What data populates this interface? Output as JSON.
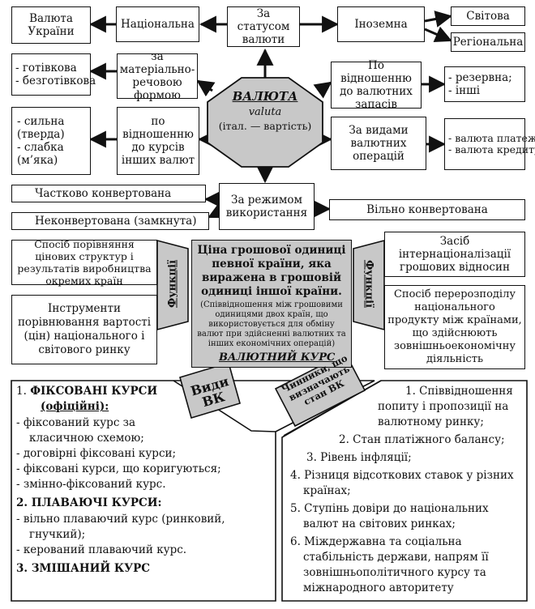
{
  "top": {
    "ukraine_currency": "Валюта України",
    "national": "Національна",
    "by_status": "За статусом валюти",
    "foreign": "Іноземна",
    "world": "Світова",
    "regional": "Регіональна"
  },
  "center_oct": {
    "title": "ВАЛЮТА",
    "latin": "valuta",
    "note": "(італ. — вартість)"
  },
  "left": {
    "cash_list": [
      "- готівкова",
      "- безготівкова"
    ],
    "by_material": "за матеріально-речовою формою",
    "strength_list": [
      "- сильна",
      "(тверда)",
      "- слабка",
      "(м’яка)"
    ],
    "by_rate": "по відношенню до курсів інших валют"
  },
  "right": {
    "by_reserves": "По відношенню до валютних запасів",
    "reserve_list": [
      "- резервна;",
      "- інші"
    ],
    "by_operations": "За видами валютних операцій",
    "payment_list": [
      "- валюта платежу",
      "- валюта кредиту"
    ]
  },
  "mode": {
    "partial": "Частково конвертована",
    "by_mode": "За режимом використання",
    "nonconvertible": "Неконвертована (замкнута)",
    "free": "Вільно конвертована"
  },
  "functions": {
    "label_left": "Функції",
    "label_right": "Функції",
    "left_1": "Спосіб порівняння цінових структур і результатів виробництва окремих країн",
    "left_2": "Інструменти порівнювання вартості (цін) національного і світового ринку",
    "right_1": "Засіб інтернаціоналізації грошових відносин",
    "right_2": "Спосіб перерозподілу національного продукту між країнами, що здійснюють зовнішньоекономічну діяльність"
  },
  "rate": {
    "definition": "Ціна грошової одиниці певної країни, яка виражена в грошовій одиниці іншої країни.",
    "note": "(Співвідношення між грошовими одиницями двох країн, що використовується для обміну валют при здійсненні валютних та інших економічних операцій)",
    "title": "ВАЛЮТНИЙ КУРС",
    "types_tag": "Види ВК",
    "factors_tag": "Чинники, що визначають стан ВК"
  },
  "types": {
    "fixed_head_num": "1.",
    "fixed_head": "ФІКСОВАНІ КУРСИ",
    "fixed_head_sub": "(офіційні):",
    "fixed_items": [
      "- фіксований курс за",
      "класичною схемою;",
      "- договірні фіксовані курси;",
      "- фіксовані курси, що коригуються;",
      "- змінно-фіксований курс."
    ],
    "float_head": "2. ПЛАВАЮЧІ КУРСИ:",
    "float_items": [
      "- вільно плаваючий курс (ринковий,",
      "гнучкий);",
      "- керований плаваючий курс."
    ],
    "mixed_head": "3. ЗМІШАНИЙ КУРС"
  },
  "factors": {
    "items": [
      "1. Співвідношення",
      "попиту і пропозиції на",
      "валютному ринку;",
      "2. Стан платіжного балансу;",
      "3. Рівень інфляції;",
      "4. Різниця відсоткових ставок у різних",
      "країнах;",
      "5. Ступінь довіри до національних",
      "валют на світових ринках;",
      "6. Міждержавна та соціальна",
      "стабільність держави, напрям її",
      "зовнішньополітичного курсу та",
      "міжнародного авторитету"
    ]
  }
}
